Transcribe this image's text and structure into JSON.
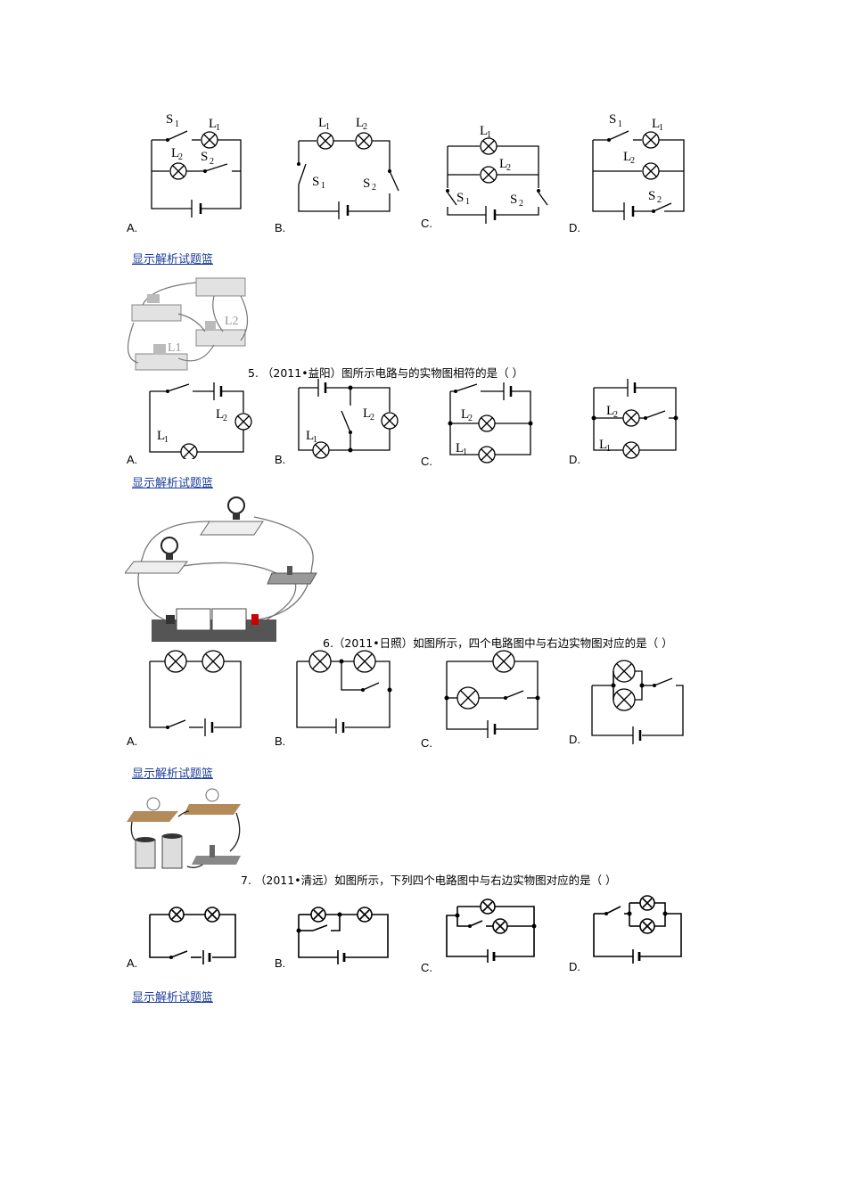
{
  "q4": {
    "options": [
      "A.",
      "B.",
      "C.",
      "D."
    ],
    "link": "显示解析试题篮",
    "labels": {
      "s1": "S",
      "l1": "L",
      "l2": "L",
      "s2": "S",
      "sub1": "1",
      "sub2": "2"
    }
  },
  "q5": {
    "text": "5.  （2011•益阳）图所示电路与的实物图相符的是（        ）",
    "options": [
      "A.",
      "B.",
      "C.",
      "D."
    ],
    "link": "显示解析试题篮",
    "photo_labels": [
      "L2",
      "L1"
    ]
  },
  "q6": {
    "text": "6.（2011•日照）如图所示，四个电路图中与右边实物图对应的是（        ）",
    "options": [
      "A.",
      "B.",
      "C.",
      "D."
    ],
    "link": "显示解析试题篮"
  },
  "q7": {
    "text": "7.  （2011•清远）如图所示，下列四个电路图中与右边实物图对应的是（        ）",
    "options": [
      "A.",
      "B.",
      "C.",
      "D."
    ],
    "link": "显示解析试题篮"
  }
}
